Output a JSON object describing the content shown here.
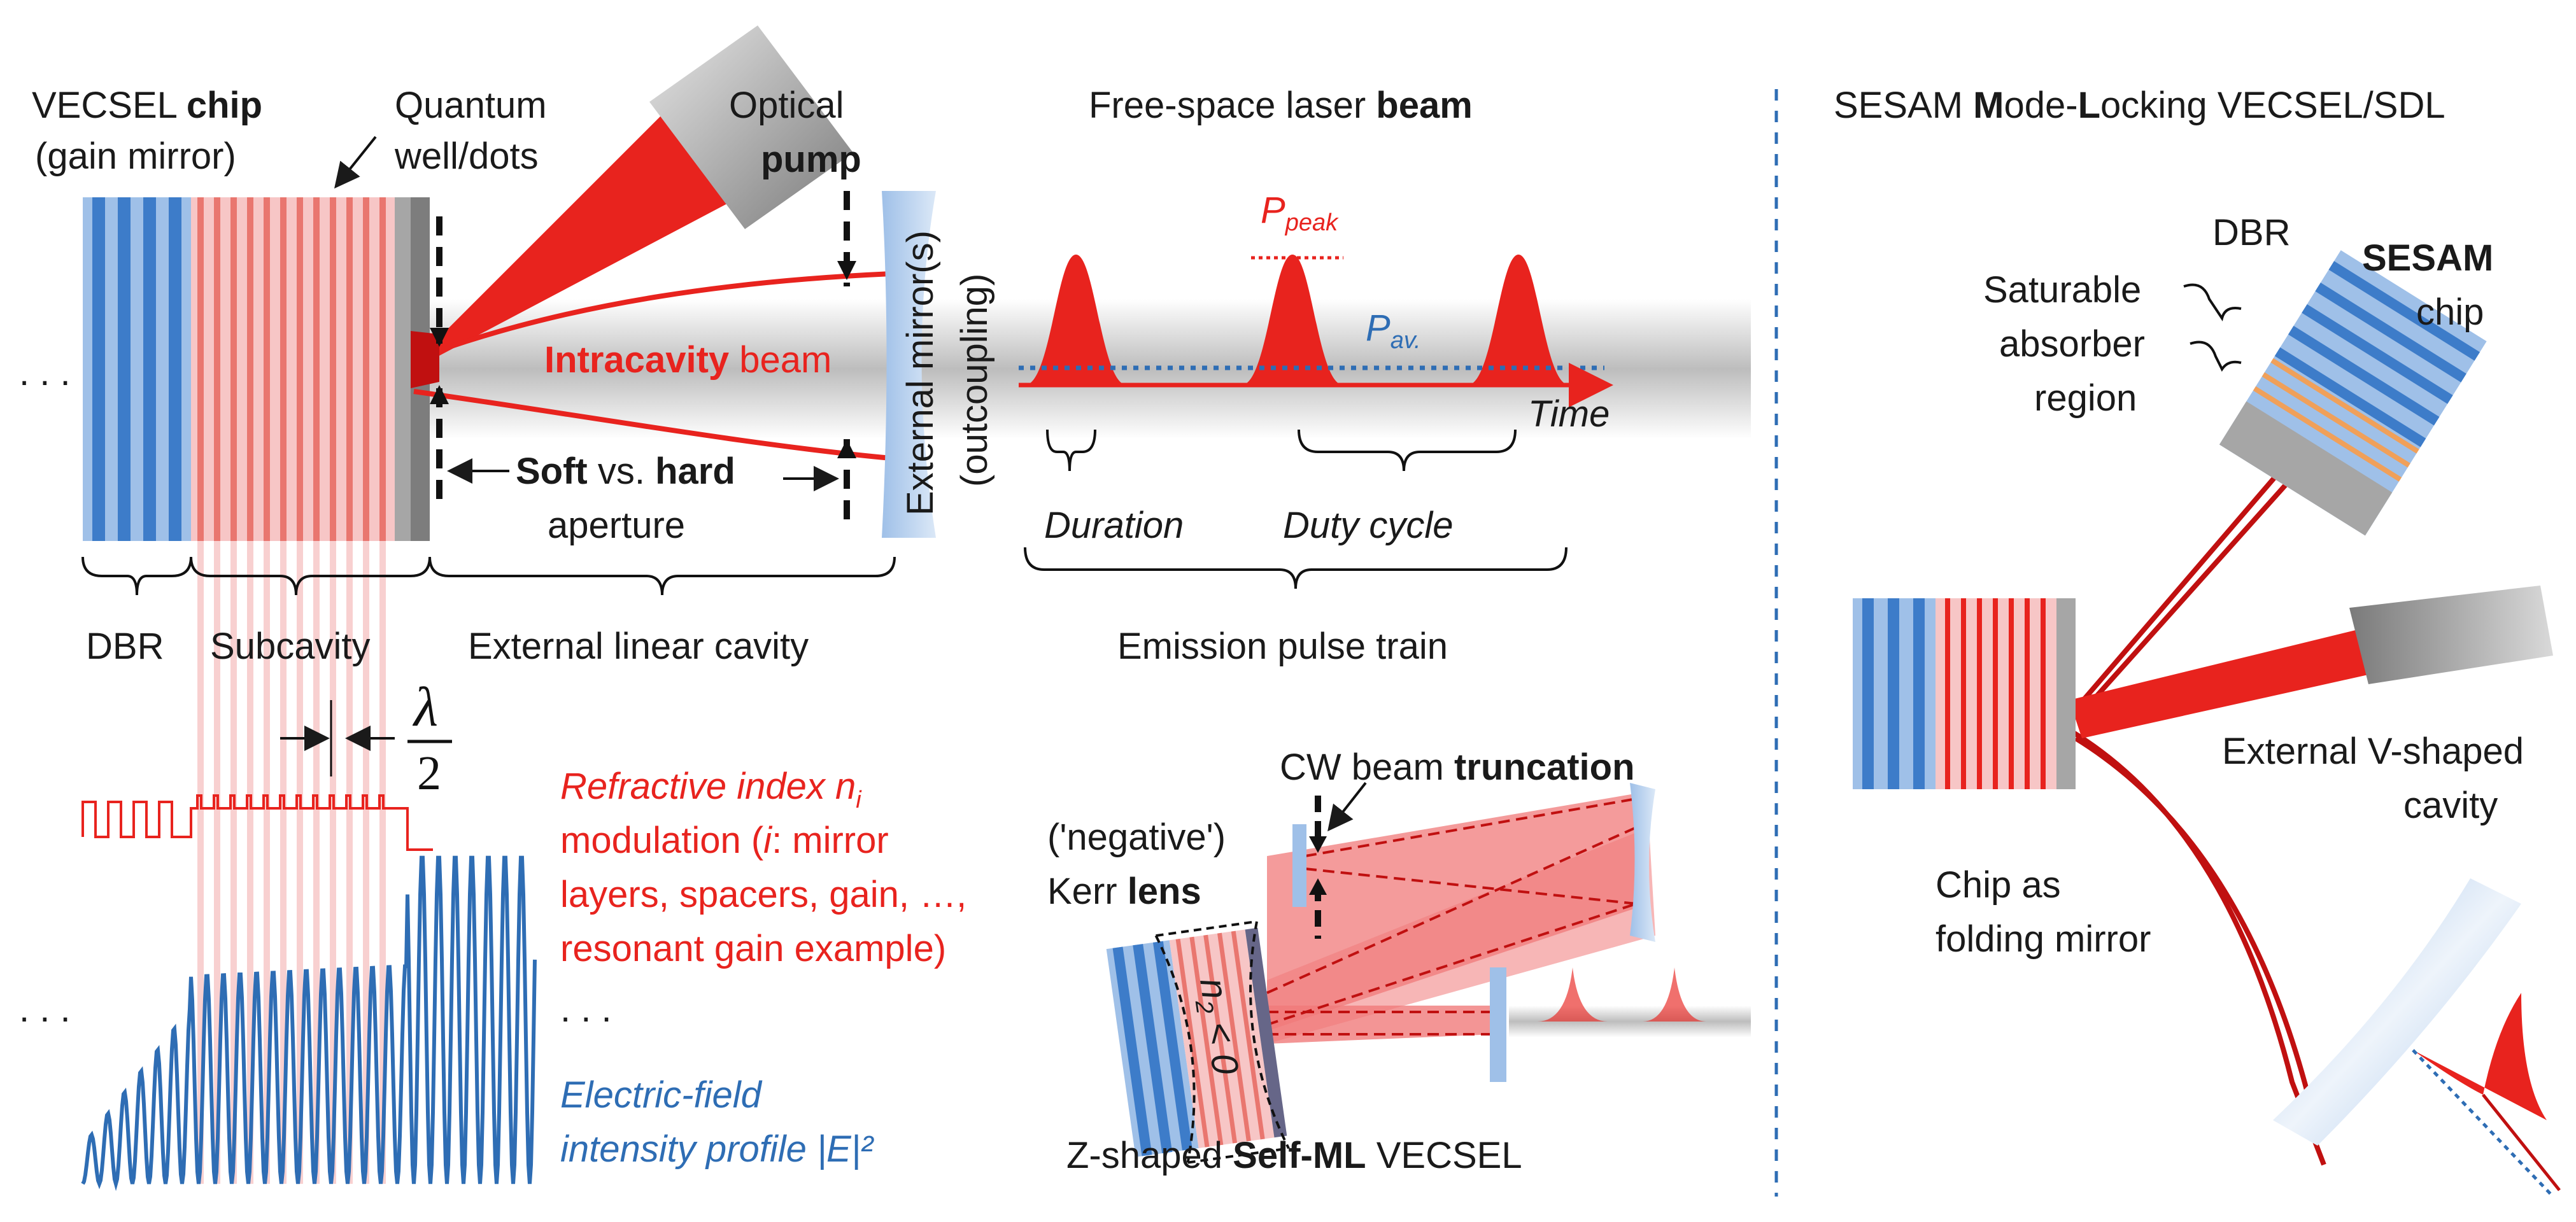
{
  "labels": {
    "vecsel_chip_1": "VECSEL ",
    "vecsel_chip_2": "chip",
    "gain_mirror": "(gain mirror)",
    "quantum_1": "Quantum",
    "quantum_2": "well/dots",
    "optical": "Optical",
    "pump": "pump",
    "free_space_1": "Free-space laser ",
    "free_space_2": "beam",
    "sesam_title_1": "SESAM ",
    "sesam_title_2": "M",
    "sesam_title_3": "ode-",
    "sesam_title_4": "L",
    "sesam_title_5": "ocking VECSEL/SDL",
    "ellipsis": ". . .",
    "intracavity_1": "Intracavity",
    "intracavity_2": " beam",
    "external_mirror": "External mirror(s)",
    "outcoupling": "(outcoupling)",
    "soft": "Soft",
    "vs": " vs. ",
    "hard": "hard",
    "aperture": "aperture",
    "p_peak_main": "P",
    "p_peak_sub": "peak",
    "p_av_main": "P",
    "p_av_sub": "av.",
    "time": "Time",
    "duration": "Duration",
    "duty_cycle": "Duty cycle",
    "dbr": "DBR",
    "subcavity": "Subcavity",
    "external_linear": "External linear cavity",
    "emission": "Emission pulse train",
    "lambda": "λ",
    "two": "2",
    "refr_1": "Refractive index n",
    "refr_sub": "i",
    "refr_2": "modulation (",
    "refr_2b": "i",
    "refr_2c": ": mirror",
    "refr_3": "layers, spacers, gain, …,",
    "refr_4": "resonant gain example)",
    "efield_1": "Electric-field",
    "efield_2": "intensity profile |E|²",
    "cw_1": "CW beam ",
    "cw_2": "truncation",
    "negative": "('negative')",
    "kerr_1": "Kerr ",
    "kerr_2": "lens",
    "n2": "n",
    "n2_sub": "2",
    "n2_rest": " < 0",
    "zshaped_1": "Z-shaped ",
    "zshaped_2": "Self-ML",
    "zshaped_3": " VECSEL",
    "sesam_dbr": "DBR",
    "saturable_1": "Saturable",
    "saturable_2": "absorber",
    "saturable_3": "region",
    "sesam_chip_1": "SESAM",
    "sesam_chip_2": "chip",
    "ext_v_1": "External V-shaped",
    "ext_v_2": "cavity",
    "chip_as_1": "Chip as",
    "chip_as_2": "folding mirror"
  },
  "colors": {
    "red": "#e8231e",
    "blue": "#2e6db4",
    "dbr_blue": "#3d7cc9",
    "pink": "#f3a0a0",
    "gray": "#a6a6a6",
    "orange": "#f0a05a"
  }
}
